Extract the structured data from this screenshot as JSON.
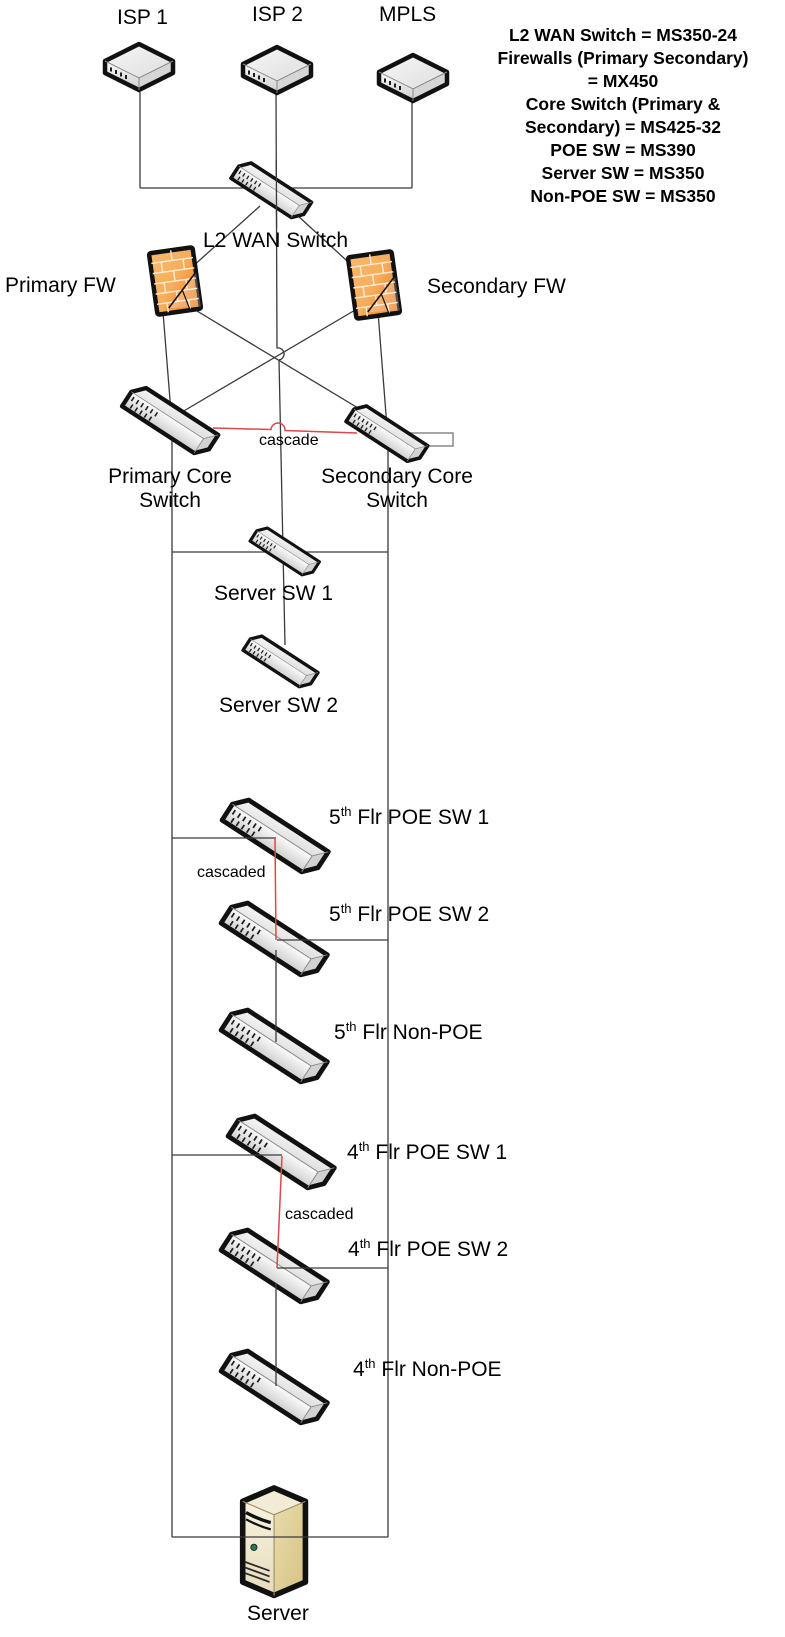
{
  "legend": {
    "lines": [
      "L2 WAN Switch = MS350-24",
      "Firewalls (Primary Secondary)",
      "= MX450",
      "Core Switch (Primary &",
      "Secondary) = MS425-32",
      "POE SW = MS390",
      "Server SW = MS350",
      "Non-POE SW = MS350"
    ]
  },
  "nodes": {
    "isp1": {
      "label": "ISP 1"
    },
    "isp2": {
      "label": "ISP 2"
    },
    "mpls": {
      "label": "MPLS"
    },
    "l2_wan_switch": {
      "label": "L2 WAN Switch"
    },
    "primary_fw": {
      "label": "Primary FW"
    },
    "secondary_fw": {
      "label": "Secondary FW"
    },
    "primary_core": {
      "line1": "Primary Core",
      "line2": "Switch"
    },
    "secondary_core": {
      "line1": "Secondary Core",
      "line2": "Switch"
    },
    "server_sw1": {
      "label": "Server SW 1"
    },
    "server_sw2": {
      "label": "Server SW 2"
    },
    "flr5_poe_sw1": {
      "floor": "5",
      "sup": "th",
      "rest": " Flr POE SW 1"
    },
    "flr5_poe_sw2": {
      "floor": "5",
      "sup": "th",
      "rest": " Flr POE SW 2"
    },
    "flr5_non_poe": {
      "floor": "5",
      "sup": "th",
      "rest": " Flr Non-POE"
    },
    "flr4_poe_sw1": {
      "floor": "4",
      "sup": "th",
      "rest": " Flr POE SW 1"
    },
    "flr4_poe_sw2": {
      "floor": "4",
      "sup": "th",
      "rest": " Flr POE SW 2"
    },
    "flr4_non_poe": {
      "floor": "4",
      "sup": "th",
      "rest": " Flr Non-POE"
    },
    "server": {
      "label": "Server"
    }
  },
  "link_labels": {
    "cascade_core": "cascade",
    "cascaded_5f": "cascaded",
    "cascaded_4f": "cascaded"
  },
  "colors": {
    "cascade_line": "#d94a4a",
    "plain_line": "#3a3a3a",
    "device_outline": "#111111",
    "firewall_orange": "#ee8434"
  }
}
